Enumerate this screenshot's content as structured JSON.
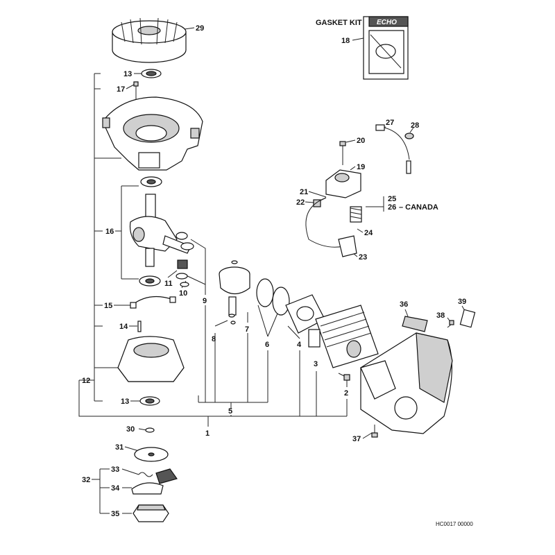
{
  "gasket_kit_label": "GASKET KIT",
  "brand_label": "ECHO",
  "canada_label": "– CANADA",
  "drawing_code": "HC0017 00000",
  "callouts": {
    "n1": "1",
    "n2": "2",
    "n3": "3",
    "n4": "4",
    "n5": "5",
    "n6": "6",
    "n7": "7",
    "n8": "8",
    "n9": "9",
    "n10": "10",
    "n11": "11",
    "n12": "12",
    "n13a": "13",
    "n13b": "13",
    "n14": "14",
    "n15": "15",
    "n16": "16",
    "n17": "17",
    "n18": "18",
    "n19": "19",
    "n20": "20",
    "n21": "21",
    "n22": "22",
    "n23": "23",
    "n24": "24",
    "n25": "25",
    "n26": "26",
    "n27": "27",
    "n28": "28",
    "n29": "29",
    "n30": "30",
    "n31": "31",
    "n32": "32",
    "n33": "33",
    "n34": "34",
    "n35": "35",
    "n36": "36",
    "n37": "37",
    "n38": "38",
    "n39": "39"
  }
}
